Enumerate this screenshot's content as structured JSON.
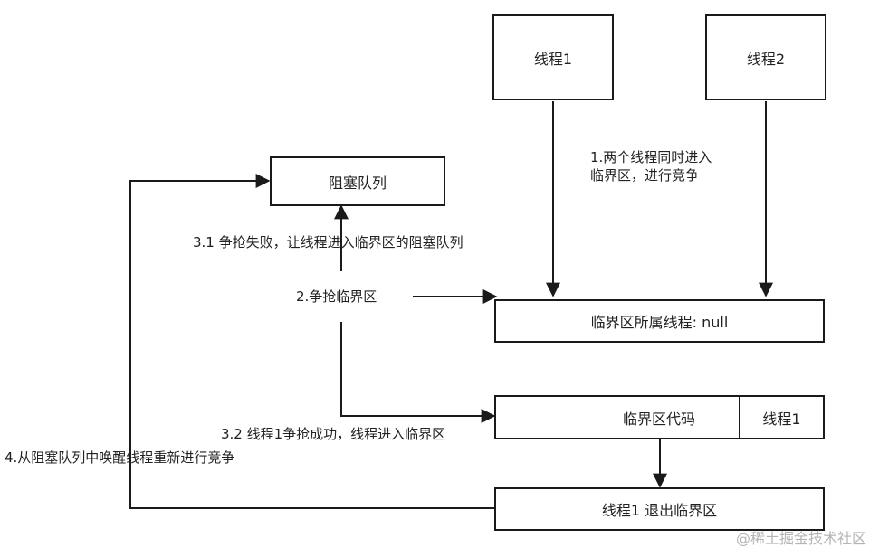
{
  "boxes": {
    "thread1": "线程1",
    "thread2": "线程2",
    "blocking_queue": "阻塞队列",
    "critical_owner": "临界区所属线程: null",
    "critical_code": "临界区代码",
    "critical_code_thread": "线程1",
    "thread1_exit": "线程1 退出临界区"
  },
  "labels": {
    "step1_line1": "1.两个线程同时进入",
    "step1_line2": "临界区，进行竞争",
    "step2": "2.争抢临界区",
    "step3_1": "3.1 争抢失败，让线程进入临界区的阻塞队列",
    "step3_2": "3.2 线程1争抢成功，线程进入临界区",
    "step4": "4.从阻塞队列中唤醒线程重新进行竞争"
  },
  "watermark": "@稀土掘金技术社区",
  "colors": {
    "stroke": "#1a1a1a",
    "text": "#222222",
    "watermark": "#b5b5b5"
  }
}
